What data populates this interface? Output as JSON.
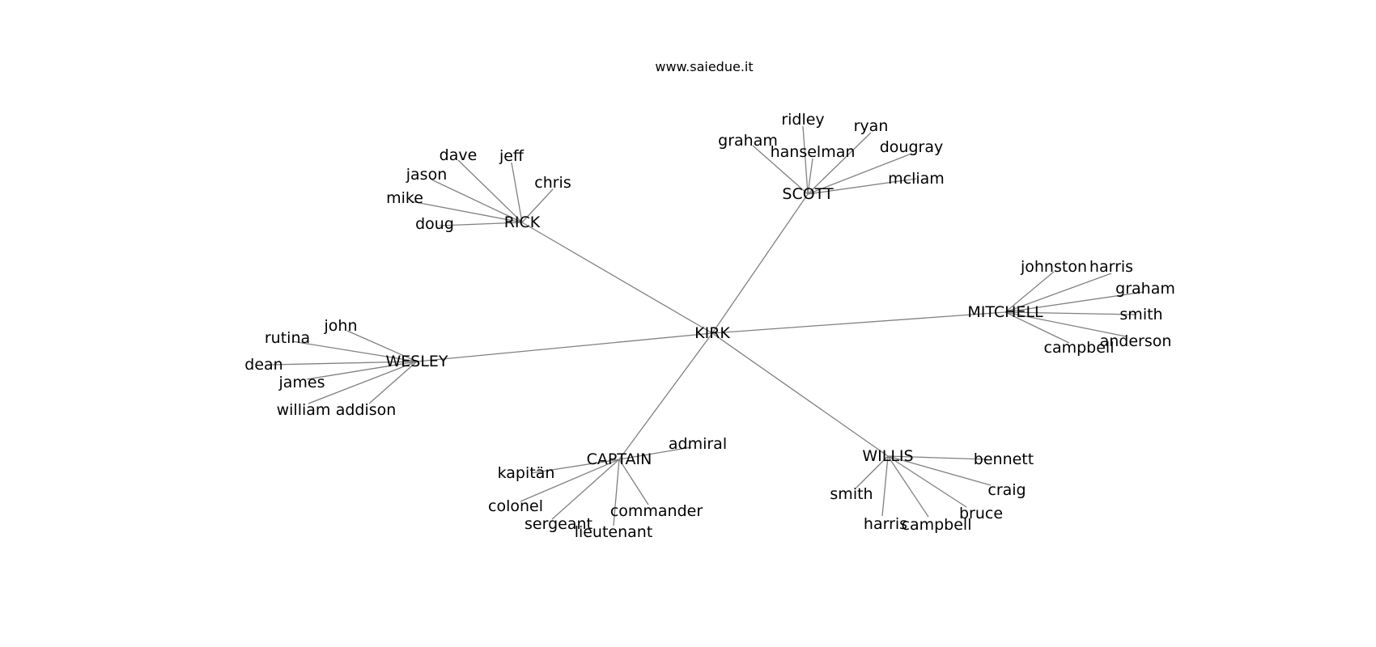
{
  "title": "www.saiedue.it",
  "colors": {
    "edge": "#808080",
    "text": "#000000",
    "background": "#ffffff"
  },
  "graph": {
    "root": "KIRK",
    "groups": [
      {
        "hub": "RICK",
        "leaves": [
          "dave",
          "jeff",
          "chris",
          "jason",
          "mike",
          "doug"
        ]
      },
      {
        "hub": "SCOTT",
        "leaves": [
          "ridley",
          "ryan",
          "graham",
          "hanselman",
          "dougray",
          "mcliam"
        ]
      },
      {
        "hub": "MITCHELL",
        "leaves": [
          "johnston",
          "harris",
          "graham",
          "smith",
          "anderson",
          "campbell"
        ]
      },
      {
        "hub": "WESLEY",
        "leaves": [
          "john",
          "rutina",
          "dean",
          "james",
          "william",
          "addison"
        ]
      },
      {
        "hub": "CAPTAIN",
        "leaves": [
          "admiral",
          "kapitän",
          "colonel",
          "sergeant",
          "lieutenant",
          "commander"
        ]
      },
      {
        "hub": "WILLIS",
        "leaves": [
          "bennett",
          "craig",
          "bruce",
          "smith",
          "harris",
          "campbell"
        ]
      }
    ]
  }
}
